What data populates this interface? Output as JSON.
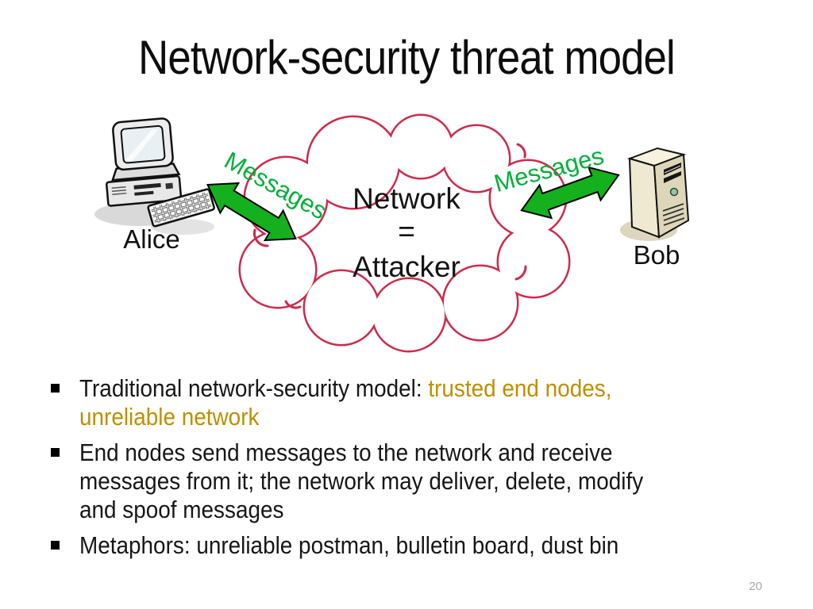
{
  "title": "Network-security threat model",
  "page_number": "20",
  "colors": {
    "cloud_stroke": "#cd2b4c",
    "arrow_green": "#14b01e",
    "messages_green": "#00b038",
    "highlight_gold": "#bf8f00",
    "page_number_gray": "#a6a6a6"
  },
  "diagram": {
    "alice_label": "Alice",
    "bob_label": "Bob",
    "cloud": {
      "line1": "Network",
      "line2": "=",
      "line3": "Attacker"
    },
    "message_left_label": "Messages",
    "message_right_label": "Messages",
    "icons": {
      "alice": "desktop-computer-icon",
      "bob": "server-tower-icon"
    }
  },
  "bullets": [
    {
      "lines": [
        {
          "segments": [
            {
              "text": "Traditional network-security model: ",
              "color": "black"
            },
            {
              "text": "trusted end nodes,",
              "color": "gold"
            }
          ]
        },
        {
          "segments": [
            {
              "text": "unreliable network",
              "color": "gold"
            }
          ]
        }
      ]
    },
    {
      "lines": [
        {
          "segments": [
            {
              "text": "End nodes send messages to the network and receive",
              "color": "black"
            }
          ]
        },
        {
          "segments": [
            {
              "text": "messages from it; the network may deliver, delete, modify",
              "color": "black"
            }
          ]
        },
        {
          "segments": [
            {
              "text": "and spoof messages",
              "color": "black"
            }
          ]
        }
      ]
    },
    {
      "lines": [
        {
          "segments": [
            {
              "text": "Metaphors: unreliable postman, bulletin board, dust bin",
              "color": "black"
            }
          ]
        }
      ]
    }
  ]
}
